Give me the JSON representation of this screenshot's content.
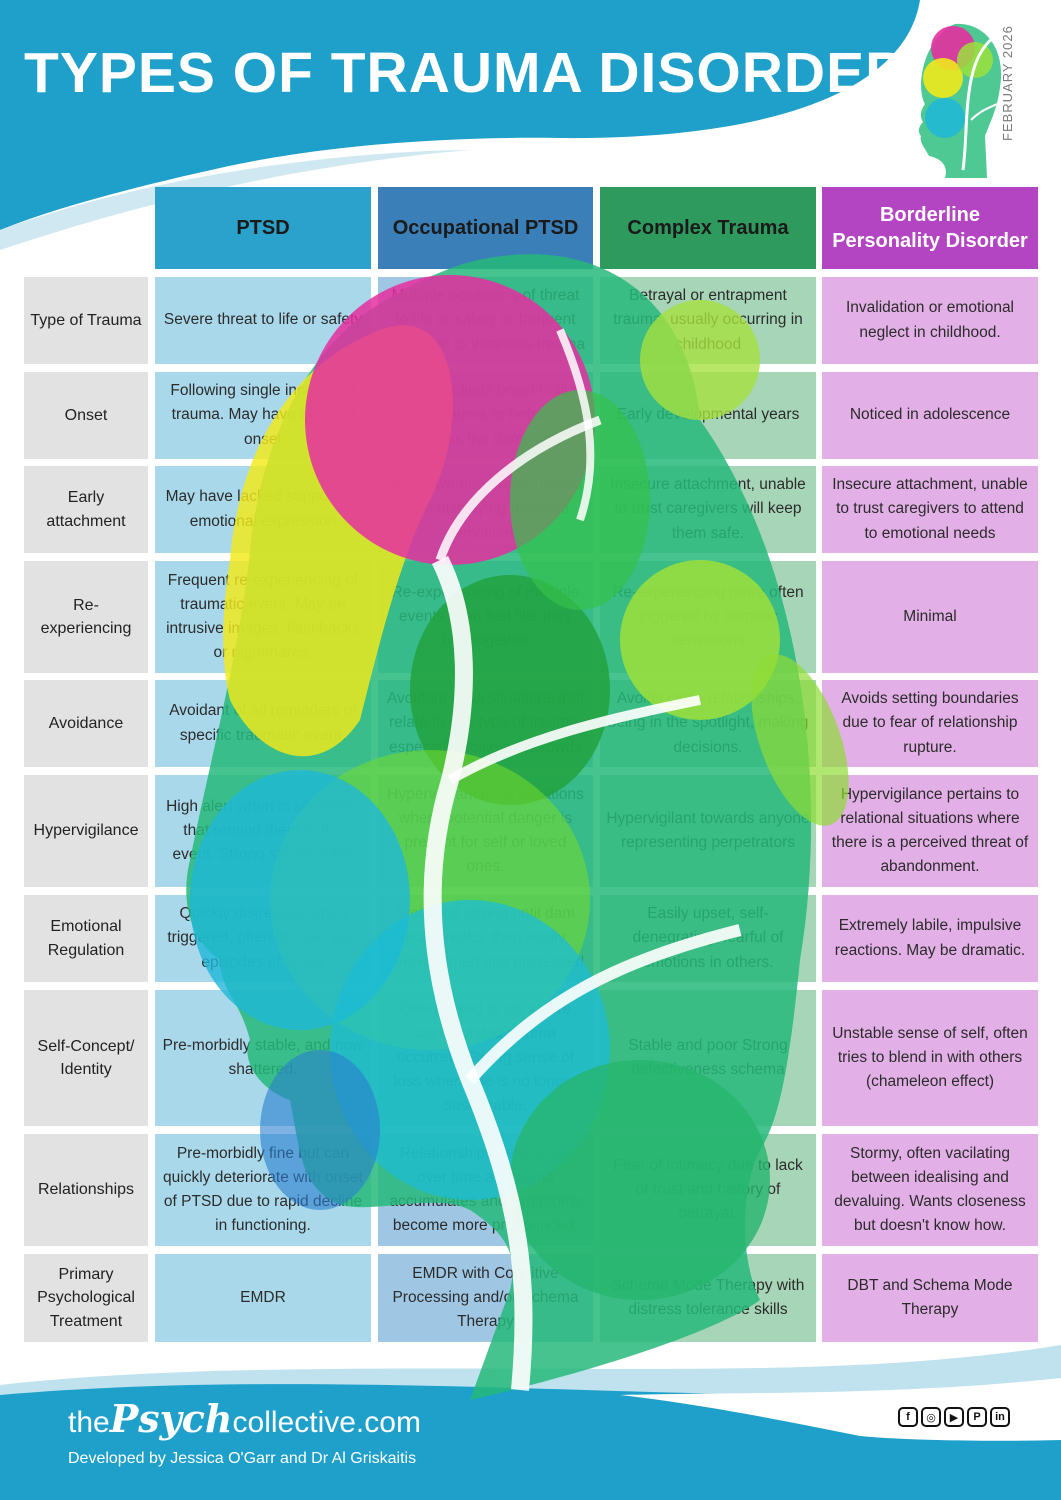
{
  "header": {
    "title": "TYPES OF TRAUMA DISORDERS",
    "date": "FEBRUARY 2026"
  },
  "colors": {
    "banner_blue": "#1ea0cb",
    "ptsd_header": "#2ba2cc",
    "occ_header": "#3a7fb7",
    "complex_header": "#2e9a5e",
    "bpd_header": "#b345c2",
    "ptsd_cell": "#a9d8ea",
    "occ_cell": "#9fc7e4",
    "complex_cell": "#a7d5b8",
    "bpd_cell": "#e2b0e6",
    "label_cell": "#e2e2e2"
  },
  "table": {
    "columns": [
      "PTSD",
      "Occupational PTSD",
      "Complex Trauma",
      "Borderline Personality Disorder"
    ],
    "rows": [
      {
        "label": "Type of Trauma",
        "cells": [
          "Severe threat to life or safety",
          "Multiple occasions of threat to life or safety or frequent exposure to vicarious trauma",
          "Betrayal or entrapment trauma, usually occurring in childhood",
          "Invalidation or emotional neglect in childhood."
        ]
      },
      {
        "label": "Onset",
        "cells": [
          "Following single incident of trauma. May have delayed onset",
          "Often insidious onset until a final trauma or betrayal breaks the dam wall",
          "Early developmental years",
          "Noticed in adolescence"
        ]
      },
      {
        "label": "Early attachment",
        "cells": [
          "May have lacked support for emotional expression",
          "May have been discouraged from displaying negative emotions",
          "Insecure attachment, unable to trust caregivers will keep them safe.",
          "Insecure attachment, unable to trust caregivers to attend to emotional needs"
        ]
      },
      {
        "label": "Re-experiencing",
        "cells": [
          "Frequent re-experiencing of traumatic event. May be intrusive images, flashbacks or nightmares.",
          "Re-experiencing of multiple events. Can feel like they blur together",
          "Re-experiencing more often triggered by somatic sensations",
          "Minimal"
        ]
      },
      {
        "label": "Avoidance",
        "cells": [
          "Avoidant of all reminders of specific traumatic event.",
          "Avoidant of all situations that relate to any type of trauma, especially noise and crowds",
          "Avoids close relationships, being in the spotlight, making decisions.",
          "Avoids setting boundaries due to fear of relationship rupture."
        ]
      },
      {
        "label": "Hypervigilance",
        "cells": [
          "High alert when in situations that remind them of the event. Strong startle reflex",
          "Hypervigilant to all situations where potential danger is present for self or loved ones.",
          "Hypervigilant towards anyone representing perpetrators",
          "Hypervigilance pertains to relational situations where there is a perceived threat of abandonment."
        ]
      },
      {
        "label": "Emotional Regulation",
        "cells": [
          "Quickly distressed when triggered, often irritable with episodes of anger",
          "Stoic and strong until dam wall breaks, then easily overwhelmed and distressed",
          "Easily upset, self-denegrating, fearful of emotions in others.",
          "Extremely labile, impulsive reactions. May be dramatic."
        ]
      },
      {
        "label": "Self-Concept/ Identity",
        "cells": [
          "Pre-morbidly stable, and now shattered.",
          "Often linked to job where accumulated trauma occurred. Strong sense of loss when role is no longer sustainable.",
          "Stable and poor Strong defectiveness schema",
          "Unstable sense of self, often tries to blend in with others (chameleon effect)"
        ]
      },
      {
        "label": "Relationships",
        "cells": [
          "Pre-morbidly fine but can quickly deteriorate with onset of PTSD due to rapid decline in functioning.",
          "Relationships deteriorate over time as trauma accumulates and symptoms become more pronounced.",
          "Fear of intimacy due to lack of trust and history of betrayal.",
          "Stormy, often vacilating between idealising and devaluing. Wants closeness but doesn't know how."
        ]
      },
      {
        "label": "Primary Psychological Treatment",
        "cells": [
          "EMDR",
          "EMDR with Cognitive Processing and/or Schema Therapy",
          "Schema Mode Therapy with distress tolerance skills",
          "DBT and Schema Mode Therapy"
        ]
      }
    ]
  },
  "footer": {
    "site_prefix": "the",
    "site_brand": "Psych",
    "site_suffix": "collective.com",
    "credit": "Developed by Jessica O'Garr and Dr Al Griskaitis",
    "social_icons": [
      {
        "icon": "facebook-icon",
        "glyph": "f"
      },
      {
        "icon": "instagram-icon",
        "glyph": "◎"
      },
      {
        "icon": "youtube-icon",
        "glyph": "▶"
      },
      {
        "icon": "pinterest-icon",
        "glyph": "P"
      },
      {
        "icon": "linkedin-icon",
        "glyph": "in"
      }
    ]
  }
}
